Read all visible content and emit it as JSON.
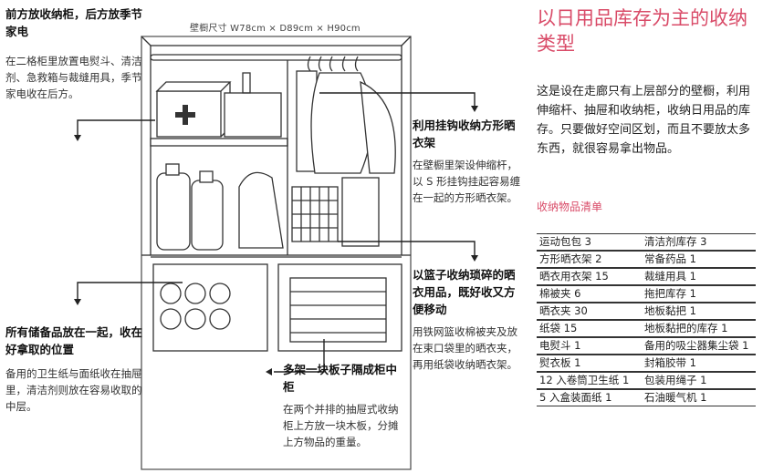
{
  "dims_label": "壁橱尺寸 W78cm × D89cm × H90cm",
  "title": "以日用品库存为主的收纳类型",
  "intro": "这是设在走廊只有上层部分的壁橱，利用伸缩杆、抽屉和收纳柜，收纳日用品的库存。只要做好空间区划，而且不要放太多东西，就很容易拿出物品。",
  "list_title": "收纳物品清单",
  "items_left": [
    "运动包包 3",
    "方形晒衣架 2",
    "晒衣用衣架 15",
    "棉被夹 6",
    "晒衣夹 30",
    "纸袋 15",
    "电熨斗 1",
    "熨衣板 1",
    "12 入卷筒卫生纸 1",
    "5 入盒装面纸 1"
  ],
  "items_right": [
    "清洁剂库存 3",
    "常备药品 1",
    "裁缝用具 1",
    "拖把库存 1",
    "地板黏把 1",
    "地板黏把的库存 1",
    "备用的吸尘器集尘袋 1",
    "封箱胶带 1",
    "包装用绳子 1",
    "石油暖气机 1"
  ],
  "notes": [
    {
      "heading": "前方放收纳柜，后方放季节家电",
      "body": "在二格柜里放置电熨斗、清洁剂、急救箱与裁缝用具，季节家电收在后方。"
    },
    {
      "heading": "利用挂钩收纳方形晒衣架",
      "body": "在壁橱里架设伸缩杆，以 S 形挂钩挂起容易缠在一起的方形晒衣架。"
    },
    {
      "heading": "以篮子收纳琐碎的晒衣用品，既好收又方便移动",
      "body": "用铁网篮收棉被夹及放在束口袋里的晒衣夹，再用纸袋收纳晒衣架。"
    },
    {
      "heading": "所有储备品放在一起，收在好拿取的位置",
      "body": "备用的卫生纸与面纸收在抽屉里，清洁剂则放在容易收取的中层。"
    },
    {
      "heading": "多架一块板子隔成柜中柜",
      "body": "在两个并排的抽屉式收纳柜上方放一块木板，分摊上方物品的重量。"
    }
  ]
}
